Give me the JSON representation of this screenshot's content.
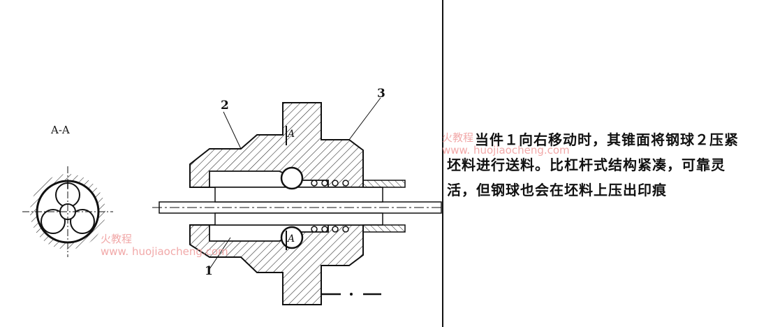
{
  "caption": {
    "lines": [
      "当件１向右移动时，其锥面将钢球２压紧",
      "坯料进行送料。比杠杆式结构紧凑，可靠灵",
      "活，但钢球也会在坯料上压出印痕"
    ]
  },
  "diagram": {
    "part_labels": [
      "1",
      "2",
      "3"
    ],
    "view_label": "A-A",
    "section_marks": [
      "A",
      "A"
    ]
  },
  "watermarks": [
    {
      "line1": "火教程",
      "line2": "www. huojiaocheng.com"
    },
    {
      "line1": "火教程",
      "line2": "www. huojiaocheng.com"
    }
  ]
}
